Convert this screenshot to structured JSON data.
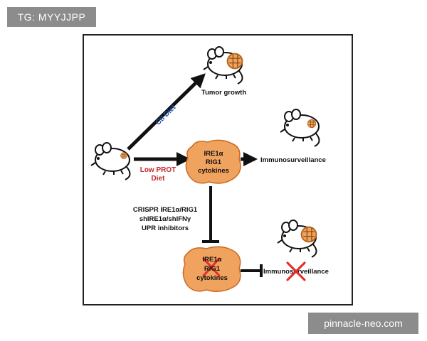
{
  "tag": "TG: MYYJJPP",
  "watermark": "pinnacle-neo.com",
  "labels": {
    "tumor_growth": "Tumor growth",
    "ctl_diet": "Ctl Diet",
    "low_prot_1": "Low PROT",
    "low_prot_2": "Diet",
    "immuno_1": "Immunosurveillance",
    "immuno_2": "Immunosurveillance",
    "cell1_line1": "IRE1α",
    "cell1_line2": "RIG1",
    "cell1_line3": "cytokines",
    "cell2_line1": "IRE1α",
    "cell2_line2": "RIG1",
    "cell2_line3": "cytokines",
    "inhib_line1": "CRISPR IRE1α/RIG1",
    "inhib_line2": "shIRE1α/shIFNγ",
    "inhib_line3": "UPR inhibitors"
  },
  "colors": {
    "cell_fill": "#f0a35e",
    "cell_stroke": "#c96a1e",
    "ctl_text": "#1f4fa0",
    "low_prot_text": "#c0282c",
    "cross": "#e0302a"
  }
}
